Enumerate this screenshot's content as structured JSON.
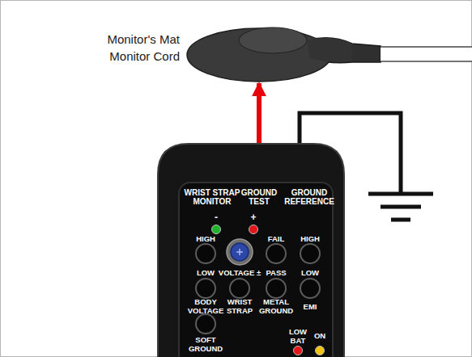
{
  "diagram": {
    "nodes": [
      {
        "text": [
          "Monitor's Mat Monitor Cord"
        ]
      },
      {
        "text": [
          "WRIST STRAP MONITOR",
          "GROUND TEST",
          "GROUND REFERENCE"
        ]
      }
    ],
    "edges": [
      {
        "from": 1,
        "to": 0,
        "arrow": "to"
      }
    ],
    "labels": [
      "-",
      "+",
      "HIGH",
      "FAIL",
      "HIGH",
      "LOW",
      "VOLTAGE ±",
      "PASS",
      "LOW",
      "BODY VOLTAGE",
      "WRIST STRAP",
      "METAL GROUND",
      "EMI",
      "SOFT GROUND",
      "LOW BAT",
      "ON"
    ]
  }
}
